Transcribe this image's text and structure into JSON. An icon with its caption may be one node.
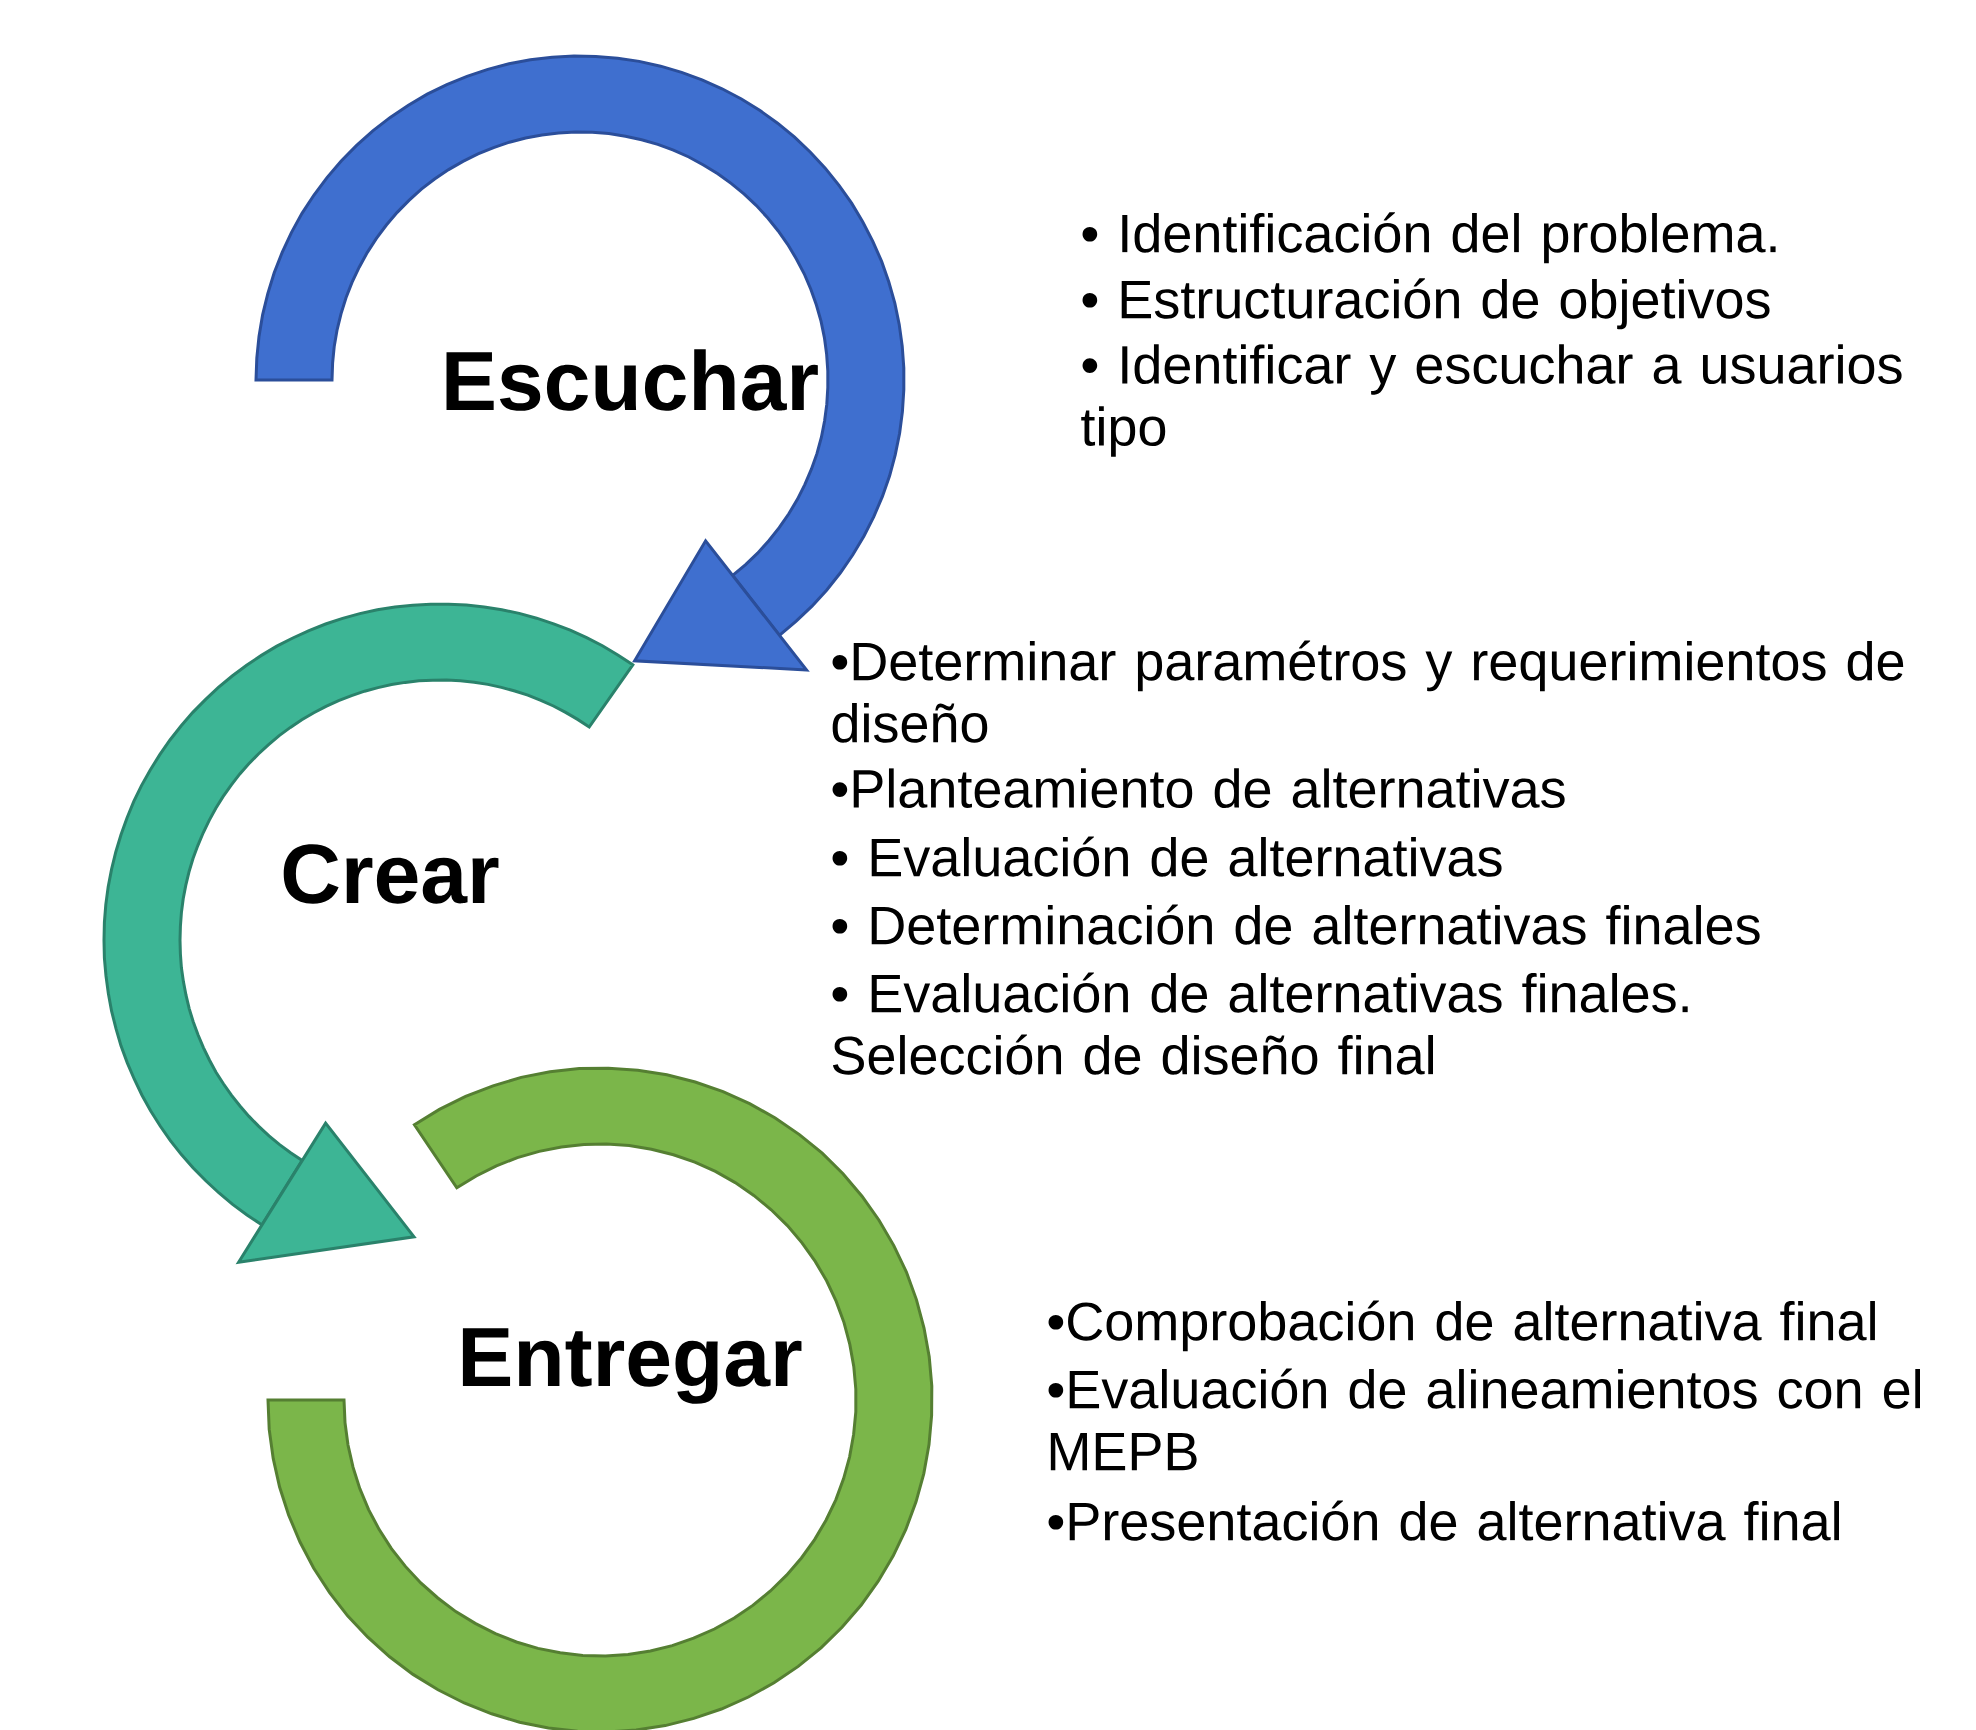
{
  "diagram": {
    "nodes": [
      {
        "text": [
          "Escuchar"
        ],
        "beside": [
          "• Identificación del problema.",
          "• Estructuración de objetivos",
          "• Identificar y escuchar a usuarios tipo"
        ]
      },
      {
        "text": [
          "Crear"
        ],
        "beside": [
          "•Determinar paramétros y requerimientos de diseño",
          "•Planteamiento de alternativas",
          "• Evaluación de alternativas",
          "• Determinación de alternativas finales",
          "• Evaluación de alternativas finales. Selección de diseño final"
        ]
      },
      {
        "text": [
          "Entregar"
        ],
        "beside": [
          "•Comprobación de alternativa final",
          "•Evaluación de alineamientos con el MEPB",
          "•Presentación de alternativa final"
        ]
      }
    ]
  }
}
